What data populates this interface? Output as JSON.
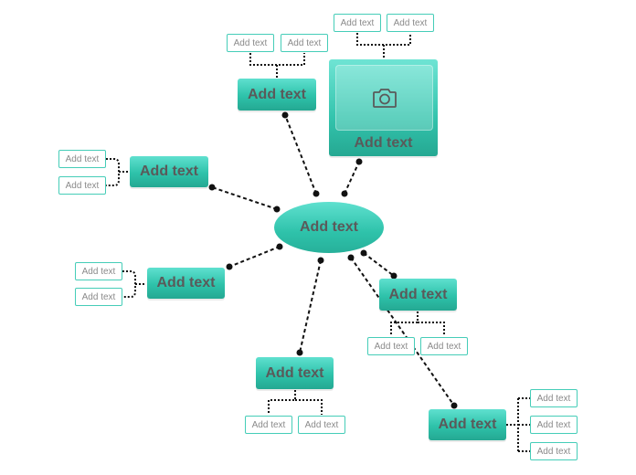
{
  "center": {
    "label": "Add text"
  },
  "photo_node": {
    "label": "Add text",
    "icon": "camera-icon"
  },
  "topics": {
    "top": "Add text",
    "left_upper": "Add text",
    "left_lower": "Add text",
    "bottom": "Add text",
    "right_middle": "Add text",
    "bottom_right": "Add text"
  },
  "subtopics": {
    "photo": [
      "Add text",
      "Add text"
    ],
    "top": [
      "Add text",
      "Add text"
    ],
    "left_upper": [
      "Add text",
      "Add text"
    ],
    "left_lower": [
      "Add text",
      "Add text"
    ],
    "bottom": [
      "Add text",
      "Add text"
    ],
    "right_middle": [
      "Add text",
      "Add text"
    ],
    "bottom_right": [
      "Add text",
      "Add text",
      "Add text"
    ]
  },
  "colors": {
    "node_fill": "#2ec2aa",
    "sub_border": "#45cdb8",
    "connector": "#111111"
  }
}
